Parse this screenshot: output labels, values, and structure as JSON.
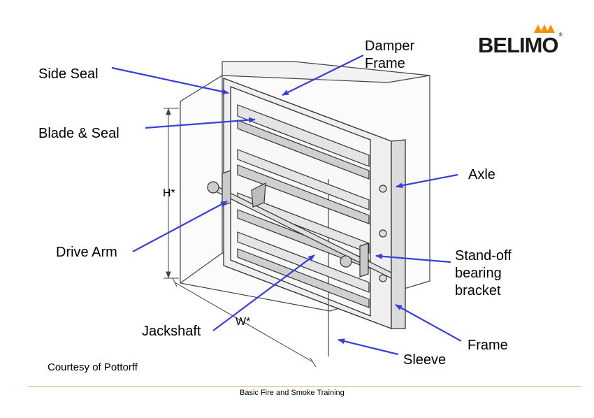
{
  "labels": {
    "damper_frame": "Damper\nFrame",
    "side_seal": "Side Seal",
    "blade_seal": "Blade & Seal",
    "axle": "Axle",
    "drive_arm": "Drive Arm",
    "standoff": "Stand-off\nbearing\nbracket",
    "jackshaft": "Jackshaft",
    "frame": "Frame",
    "sleeve": "Sleeve",
    "h_dim": "H*",
    "w_dim": "W*"
  },
  "courtesy": "Courtesy of Pottorff",
  "footer": "Basic Fire and Smoke Training",
  "logo": {
    "text": "BELIMO",
    "reg": "®",
    "accent": "#f39200"
  },
  "colors": {
    "arrow": "#3a3fd6",
    "line": "#333333",
    "rule": "#d9b183"
  }
}
